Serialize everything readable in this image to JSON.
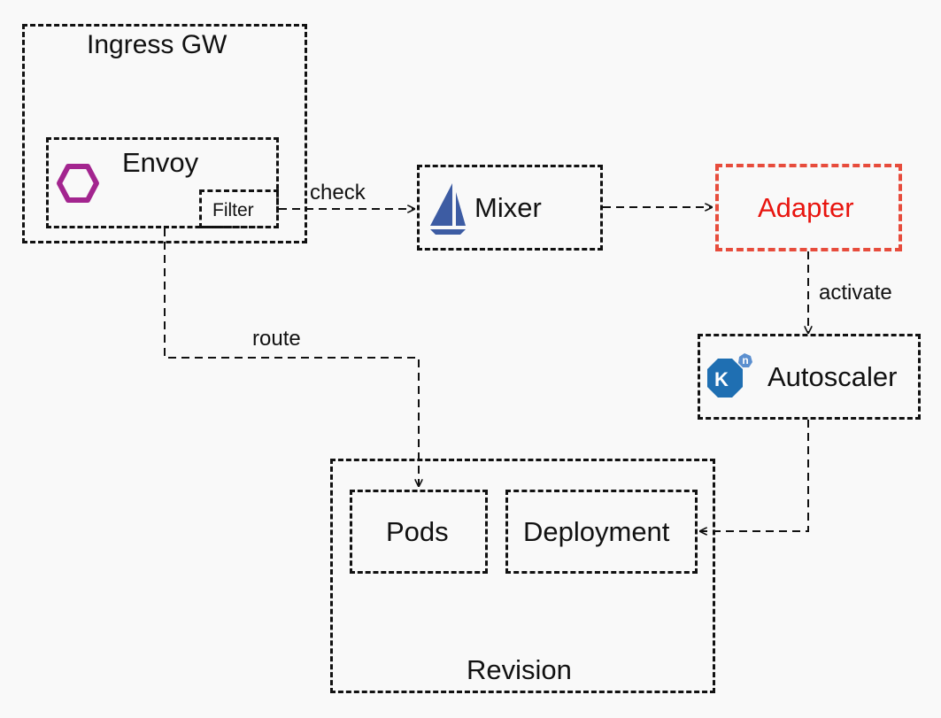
{
  "nodes": {
    "ingress": {
      "label": "Ingress GW"
    },
    "envoy": {
      "label": "Envoy",
      "icon": "hexagon-icon",
      "icon_color": "#a3258f"
    },
    "filter": {
      "label": "Filter"
    },
    "mixer": {
      "label": "Mixer",
      "icon": "sailboat-icon",
      "icon_color": "#3d5ca3"
    },
    "adapter": {
      "label": "Adapter",
      "text_color": "#e8150f",
      "border_color": "#e74c3c"
    },
    "autoscaler": {
      "label": "Autoscaler",
      "icon": "knative-icon",
      "icon_color": "#1f6fb2"
    },
    "revision": {
      "label": "Revision"
    },
    "pods": {
      "label": "Pods"
    },
    "deployment": {
      "label": "Deployment"
    }
  },
  "edges": {
    "check": {
      "label": "check"
    },
    "route": {
      "label": "route"
    },
    "activate": {
      "label": "activate"
    }
  },
  "logos": {
    "knative": {
      "letter": "K",
      "badge": "n"
    }
  }
}
